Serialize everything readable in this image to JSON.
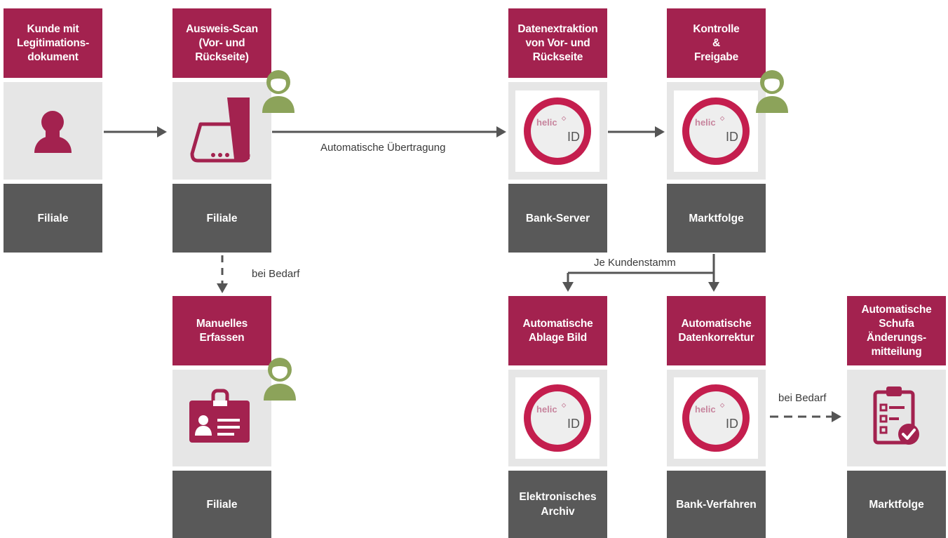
{
  "nodes": {
    "kunde": {
      "header": "Kunde mit\nLegitimations-\ndokument",
      "footer": "Filiale"
    },
    "scan": {
      "header": "Ausweis-Scan\n(Vor- und\nRückseite)",
      "footer": "Filiale"
    },
    "manuell": {
      "header": "Manuelles\nErfassen",
      "footer": "Filiale"
    },
    "extraktion": {
      "header": "Datenextraktion\nvon Vor- und\nRückseite",
      "footer": "Bank-Server"
    },
    "kontrolle": {
      "header": "Kontrolle\n&\nFreigabe",
      "footer": "Marktfolge"
    },
    "ablage": {
      "header": "Automatische\nAblage Bild",
      "footer": "Elektronisches\nArchiv"
    },
    "korrektur": {
      "header": "Automatische\nDatenkorrektur",
      "footer": "Bank-Verfahren"
    },
    "schufa": {
      "header": "Automatische\nSchufa\nÄnderungs-\nmitteilung",
      "footer": "Marktfolge"
    }
  },
  "edge_labels": {
    "auto_transfer": "Automatische Übertragung",
    "bei_bedarf_1": "bei Bedarf",
    "je_kundenstamm": "Je Kundenstamm",
    "bei_bedarf_2": "bei Bedarf"
  },
  "logo": {
    "word": "helic",
    "suffix": "ID"
  },
  "colors": {
    "header": "#a3224f",
    "icon_bg": "#e6e6e6",
    "footer": "#595959",
    "person_badge": "#8ca35a",
    "arrow": "#555555"
  }
}
